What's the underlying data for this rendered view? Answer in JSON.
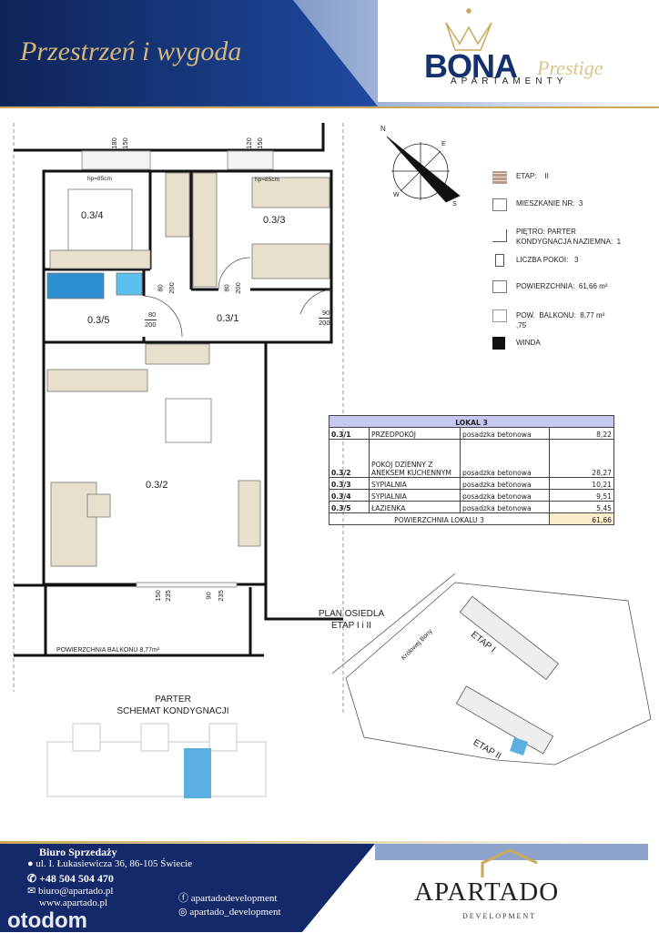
{
  "header": {
    "tagline": "Przestrzeń i wygoda",
    "brand": "BONA",
    "brand_sub": "Prestige",
    "brand_line": "APARTAMENTY",
    "blue": "#14306e",
    "gold": "#c9a85a"
  },
  "plan": {
    "rooms": {
      "r1": "0.3/1",
      "r2": "0.3/2",
      "r3": "0.3/3",
      "r4": "0.3/4",
      "r5": "0.3/5"
    },
    "windows": {
      "w1a": "180",
      "w1b": "150",
      "w2a": "120",
      "w2b": "150",
      "hp1": "hp=85cm",
      "hp2": "hp=85cm"
    },
    "doors": {
      "d1a": "80",
      "d1b": "200",
      "d2a": "80",
      "d2b": "200",
      "d3a": "80",
      "d3b": "200",
      "d4a": "90",
      "d4b": "200",
      "b1a": "150",
      "b1b": "235",
      "b2a": "90",
      "b2b": "235"
    },
    "balcony_label": "POWIERZCHNIA BALKONU 8,77m²"
  },
  "compass": {
    "n": "N",
    "e": "E",
    "w": "W",
    "s": "S"
  },
  "legend": {
    "etap": "ETAP:    II",
    "mieszkanie": "MIESZKANIE NR:  3",
    "pietro1": "PIĘTRO: PARTER",
    "pietro2": "KONDYGNACJA NAZIEMNA:  1",
    "pokoje": "LICZBA POKOI:   3",
    "powierzchnia": "POWIERZCHNIA:  61,66 m²",
    "balkon1": "POW.  BALKONU:  8,77 m²",
    "balkon2": ",75",
    "winda": "WINDA"
  },
  "table": {
    "title": "LOKAL 3",
    "rows": [
      {
        "no": "0.3/1",
        "name": "PRZEDPOKÓJ",
        "floor": "posadzka betonowa",
        "area": "8,22"
      },
      {
        "no": "0.3/2",
        "name": "POKÓJ DZIENNY Z",
        "name2": "ANEKSEM KUCHENNYM",
        "floor": "posadzka betonowa",
        "area": "28,27"
      },
      {
        "no": "0.3/3",
        "name": "SYPIALNIA",
        "floor": "posadzka betonowa",
        "area": "10,21"
      },
      {
        "no": "0.3/4",
        "name": "SYPIALNIA",
        "floor": "posadzka betonowa",
        "area": "9,51"
      },
      {
        "no": "0.3/5",
        "name": "ŁAZIENKA",
        "floor": "posadzka betonowa",
        "area": "5,45"
      }
    ],
    "total_label": "POWIERZCHNIA LOKALU 3",
    "total": "61,66"
  },
  "schema": {
    "title1": "PARTER",
    "title2": "SCHEMAT KONDYGNACJI"
  },
  "site": {
    "title1": "PLAN OSIEDLA",
    "title2": "ETAP I i II",
    "street": "Królowej Bony",
    "etap1": "ETAP I",
    "etap2": "ETAP II"
  },
  "footer": {
    "office": "Biuro Sprzedaży",
    "address": "ul. I. Łukasiewicza 36, 86-105 Świecie",
    "phone": "+48 504 504 470",
    "email": "biuro@apartado.pl",
    "www": "www.apartado.pl",
    "facebook": "apartadodevelopment",
    "instagram": "apartado_development",
    "logo": "APARTADO",
    "logo_sub": "DEVELOPMENT",
    "watermark": "otodom"
  }
}
